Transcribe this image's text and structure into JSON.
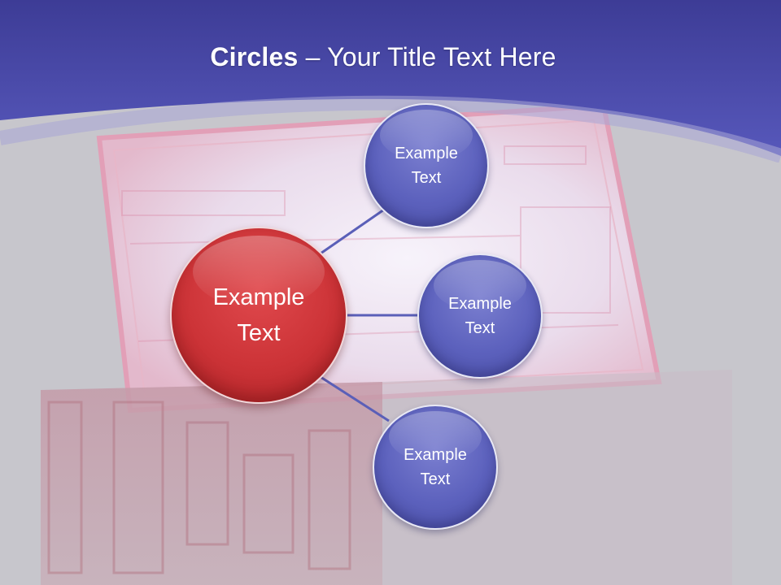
{
  "title": {
    "strong": "Circles",
    "rest": " – Your Title Text Here"
  },
  "diagram": {
    "center": {
      "label": "Example\nText",
      "color": "#cc3337"
    },
    "satellites": [
      {
        "label": "Example\nText"
      },
      {
        "label": "Example\nText"
      },
      {
        "label": "Example\nText"
      }
    ],
    "satellite_color": "#5c61bd",
    "connector_color": "#5a5fb8"
  },
  "colors": {
    "header_band": "#5252b4",
    "background": "#c7c6cc"
  }
}
